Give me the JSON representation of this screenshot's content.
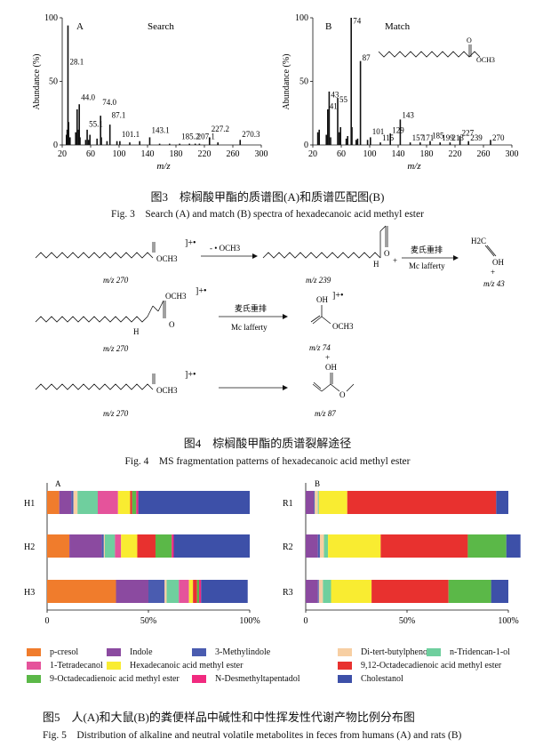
{
  "fig3": {
    "abundance_label": "Abundance (%)",
    "mz_label": "m/z",
    "panel_a_letter": "A",
    "panel_a_title": "Search",
    "panel_b_letter": "B",
    "panel_b_title": "Match",
    "caption_cn": "图3　棕榈酸甲酯的质谱图(A)和质谱匹配图(B)",
    "caption_en": "Fig. 3　Search (A) and match (B) spectra of hexadecanoic acid methyl ester",
    "structure_label": "OCH3",
    "structure_o": "O"
  },
  "fig4": {
    "caption_cn": "图4　棕榈酸甲酯的质谱裂解途径",
    "caption_en": "Fig. 4　MS fragmentation patterns of hexadecanoic acid methyl ester",
    "och3": "OCH3",
    "minus_och3": "- • OCH3",
    "arrow_cn": "麦氏重排",
    "arrow_en": "Mc lafferty",
    "m270": "m/z 270",
    "m239": "m/z 239",
    "m43": "m/z 43",
    "m74": "m/z 74",
    "m87": "m/z 87",
    "h": "H",
    "o": "O",
    "oh": "OH",
    "h2c": "H2C",
    "plus": "+",
    "radical": "]+•"
  },
  "fig5": {
    "caption_cn": "图5　人(A)和大鼠(B)的粪便样品中碱性和中性挥发性代谢产物比例分布图",
    "caption_en": "Fig. 5　Distribution of alkaline and neutral volatile metabolites in feces from humans (A) and rats (B)",
    "panel_a_letter": "A",
    "panel_b_letter": "B",
    "axis_ticks": [
      "0",
      "50%",
      "100%"
    ]
  },
  "chart_data": [
    {
      "type": "bar",
      "title": "Search",
      "xlabel": "m/z",
      "ylabel": "Abundance (%)",
      "xlim": [
        20,
        300
      ],
      "ylim": [
        0,
        100
      ],
      "x_ticks": [
        20,
        60,
        100,
        140,
        180,
        220,
        260,
        300
      ],
      "y_ticks": [
        0,
        50,
        100
      ],
      "peaks": [
        {
          "x": 26,
          "y": 8
        },
        {
          "x": 27,
          "y": 12
        },
        {
          "x": 28.1,
          "y": 94
        },
        {
          "x": 29,
          "y": 18
        },
        {
          "x": 31,
          "y": 6
        },
        {
          "x": 39,
          "y": 10
        },
        {
          "x": 41,
          "y": 28
        },
        {
          "x": 43,
          "y": 12
        },
        {
          "x": 44.0,
          "y": 32
        },
        {
          "x": 45,
          "y": 6
        },
        {
          "x": 53,
          "y": 4
        },
        {
          "x": 55.1,
          "y": 12
        },
        {
          "x": 57,
          "y": 4
        },
        {
          "x": 59,
          "y": 8
        },
        {
          "x": 69,
          "y": 5
        },
        {
          "x": 74.0,
          "y": 23
        },
        {
          "x": 75,
          "y": 6
        },
        {
          "x": 83,
          "y": 3
        },
        {
          "x": 87.1,
          "y": 16
        },
        {
          "x": 97,
          "y": 3
        },
        {
          "x": 101.1,
          "y": 3
        },
        {
          "x": 115,
          "y": 2
        },
        {
          "x": 129,
          "y": 3
        },
        {
          "x": 143.1,
          "y": 6
        },
        {
          "x": 157,
          "y": 1
        },
        {
          "x": 171,
          "y": 1
        },
        {
          "x": 185.2,
          "y": 1
        },
        {
          "x": 199,
          "y": 1
        },
        {
          "x": 207.1,
          "y": 1
        },
        {
          "x": 213,
          "y": 1
        },
        {
          "x": 227.2,
          "y": 6
        },
        {
          "x": 239,
          "y": 2
        },
        {
          "x": 270.3,
          "y": 4
        }
      ],
      "labels": [
        {
          "x": 28.1,
          "y": 94,
          "text": ""
        },
        {
          "x": 28.1,
          "y": 62,
          "text": "28.1"
        },
        {
          "x": 44.0,
          "y": 34,
          "text": "44.0"
        },
        {
          "x": 55.1,
          "y": 13,
          "text": "55.1"
        },
        {
          "x": 74.0,
          "y": 30,
          "text": "74.0"
        },
        {
          "x": 87.1,
          "y": 20,
          "text": "87.1"
        },
        {
          "x": 101.1,
          "y": 5,
          "text": "101.1"
        },
        {
          "x": 143.1,
          "y": 8,
          "text": "143.1"
        },
        {
          "x": 185.2,
          "y": 3,
          "text": "185.2"
        },
        {
          "x": 207.1,
          "y": 3,
          "text": "207.1"
        },
        {
          "x": 227.2,
          "y": 9,
          "text": "227.2"
        },
        {
          "x": 270.3,
          "y": 5,
          "text": "270.3"
        }
      ]
    },
    {
      "type": "bar",
      "title": "Match",
      "xlabel": "m/z",
      "ylabel": "Abundance (%)",
      "xlim": [
        20,
        300
      ],
      "ylim": [
        0,
        100
      ],
      "x_ticks": [
        20,
        60,
        100,
        140,
        180,
        220,
        260,
        300
      ],
      "y_ticks": [
        0,
        50,
        100
      ],
      "peaks": [
        {
          "x": 27,
          "y": 10
        },
        {
          "x": 29,
          "y": 12
        },
        {
          "x": 39,
          "y": 8
        },
        {
          "x": 41,
          "y": 28
        },
        {
          "x": 43,
          "y": 42
        },
        {
          "x": 45,
          "y": 6
        },
        {
          "x": 55,
          "y": 37
        },
        {
          "x": 57,
          "y": 10
        },
        {
          "x": 59,
          "y": 14
        },
        {
          "x": 67,
          "y": 5
        },
        {
          "x": 69,
          "y": 7
        },
        {
          "x": 74,
          "y": 100
        },
        {
          "x": 75,
          "y": 14
        },
        {
          "x": 81,
          "y": 4
        },
        {
          "x": 83,
          "y": 5
        },
        {
          "x": 87,
          "y": 66
        },
        {
          "x": 97,
          "y": 4
        },
        {
          "x": 101,
          "y": 6
        },
        {
          "x": 115,
          "y": 2
        },
        {
          "x": 129,
          "y": 9
        },
        {
          "x": 143,
          "y": 20
        },
        {
          "x": 157,
          "y": 2
        },
        {
          "x": 171,
          "y": 2
        },
        {
          "x": 185,
          "y": 3
        },
        {
          "x": 199,
          "y": 2
        },
        {
          "x": 213,
          "y": 2
        },
        {
          "x": 227,
          "y": 7
        },
        {
          "x": 239,
          "y": 3
        },
        {
          "x": 270,
          "y": 4
        }
      ],
      "labels": [
        {
          "x": 41,
          "y": 27,
          "text": "41"
        },
        {
          "x": 43,
          "y": 36,
          "text": "43"
        },
        {
          "x": 55,
          "y": 32,
          "text": "55"
        },
        {
          "x": 74,
          "y": 94,
          "text": "74"
        },
        {
          "x": 87,
          "y": 65,
          "text": "87"
        },
        {
          "x": 101,
          "y": 7,
          "text": "101"
        },
        {
          "x": 115,
          "y": 2,
          "text": "115"
        },
        {
          "x": 129,
          "y": 8,
          "text": "129"
        },
        {
          "x": 143,
          "y": 20,
          "text": "143"
        },
        {
          "x": 157,
          "y": 2,
          "text": "157"
        },
        {
          "x": 171,
          "y": 2,
          "text": "171"
        },
        {
          "x": 185,
          "y": 4,
          "text": "185"
        },
        {
          "x": 199,
          "y": 2,
          "text": "199"
        },
        {
          "x": 213,
          "y": 2,
          "text": "213"
        },
        {
          "x": 227,
          "y": 6,
          "text": "227"
        },
        {
          "x": 239,
          "y": 2,
          "text": "239"
        },
        {
          "x": 270,
          "y": 2,
          "text": "270"
        }
      ]
    },
    {
      "type": "bar",
      "orientation": "horizontal-stacked",
      "categories": [
        "H1",
        "H2",
        "H3"
      ],
      "xlim": [
        0,
        100
      ],
      "series": [
        {
          "name": "p-cresol",
          "color": "#f07c2c",
          "values": [
            6,
            11,
            34
          ]
        },
        {
          "name": "Indole",
          "color": "#8b4aa0",
          "values": [
            6,
            16,
            16
          ]
        },
        {
          "name": "3-Methylindole",
          "color": "#4a5cb0",
          "values": [
            1,
            1,
            8
          ]
        },
        {
          "name": "Di-tert-butylphenol",
          "color": "#f7cfa3",
          "values": [
            2,
            0.5,
            1
          ]
        },
        {
          "name": "n-Tridencan-1-ol",
          "color": "#6fcf9e",
          "values": [
            10,
            5,
            6
          ]
        },
        {
          "name": "1-Tetradecanol",
          "color": "#e5539b",
          "values": [
            10,
            3,
            5
          ]
        },
        {
          "name": "Hexadecanoic acid methyl ester",
          "color": "#f9ec31",
          "values": [
            6,
            8,
            2
          ]
        },
        {
          "name": "9,12-Octadecadienoic acid methyl ester",
          "color": "#e8312f",
          "values": [
            1,
            9,
            2
          ]
        },
        {
          "name": "9-Octadecadienoic acid methyl ester",
          "color": "#5bb848",
          "values": [
            2,
            8,
            1
          ]
        },
        {
          "name": "N-Desmethyltapentadol",
          "color": "#f12a7f",
          "values": [
            1,
            1,
            1
          ]
        },
        {
          "name": "Cholestanol",
          "color": "#3d50a8",
          "values": [
            55,
            37.5,
            23
          ]
        }
      ]
    },
    {
      "type": "bar",
      "orientation": "horizontal-stacked",
      "categories": [
        "R1",
        "R2",
        "R3"
      ],
      "xlim": [
        0,
        100
      ],
      "series": [
        {
          "name": "p-cresol",
          "color": "#f07c2c",
          "values": [
            0,
            0,
            0
          ]
        },
        {
          "name": "Indole",
          "color": "#8b4aa0",
          "values": [
            4,
            6,
            6
          ]
        },
        {
          "name": "3-Methylindole",
          "color": "#4a5cb0",
          "values": [
            0.5,
            1,
            0.5
          ]
        },
        {
          "name": "Di-tert-butylphenol",
          "color": "#f7cfa3",
          "values": [
            1.5,
            2,
            2
          ]
        },
        {
          "name": "n-Tridencan-1-ol",
          "color": "#6fcf9e",
          "values": [
            0.5,
            2,
            4
          ]
        },
        {
          "name": "1-Tetradecanol",
          "color": "#e5539b",
          "values": [
            0,
            0,
            0
          ]
        },
        {
          "name": "Hexadecanoic acid methyl ester",
          "color": "#f9ec31",
          "values": [
            14,
            26,
            20
          ]
        },
        {
          "name": "9,12-Octadecadienoic acid methyl ester",
          "color": "#e8312f",
          "values": [
            73.5,
            43,
            38
          ]
        },
        {
          "name": "9-Octadecadienoic acid methyl ester",
          "color": "#5bb848",
          "values": [
            0,
            19,
            21
          ]
        },
        {
          "name": "N-Desmethyltapentadol",
          "color": "#f12a7f",
          "values": [
            0,
            0,
            0
          ]
        },
        {
          "name": "Cholestanol",
          "color": "#3d50a8",
          "values": [
            6,
            7,
            8.5
          ]
        }
      ]
    }
  ]
}
